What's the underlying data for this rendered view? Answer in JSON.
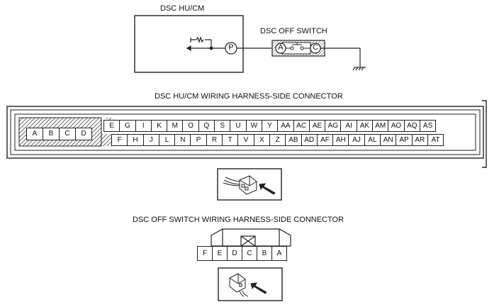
{
  "schematic": {
    "module_title": "DSC HU/CM",
    "switch_title": "DSC OFF SWITCH",
    "terminal_module": "P",
    "terminal_switch_a": "A",
    "terminal_switch_c": "C"
  },
  "hu_connector": {
    "title": "DSC HU/CM WIRING HARNESS-SIDE CONNECTOR",
    "left_block": [
      "A",
      "B",
      "C",
      "D"
    ],
    "top_row": [
      "E",
      "G",
      "I",
      "K",
      "M",
      "O",
      "Q",
      "S",
      "U",
      "W",
      "Y",
      "AA",
      "AC",
      "AE",
      "AG",
      "AI",
      "AK",
      "AM",
      "AO",
      "AQ",
      "AS"
    ],
    "bottom_row": [
      "F",
      "H",
      "J",
      "L",
      "N",
      "P",
      "R",
      "T",
      "V",
      "X",
      "Z",
      "AB",
      "AD",
      "AF",
      "AH",
      "AJ",
      "AL",
      "AN",
      "AP",
      "AR",
      "AT"
    ]
  },
  "switch_connector": {
    "title": "DSC OFF SWITCH WIRING HARNESS-SIDE CONNECTOR",
    "pins": [
      "F",
      "E",
      "D",
      "C",
      "B",
      "A"
    ]
  },
  "colors": {
    "line": "#222222",
    "hatch": "#555555"
  }
}
